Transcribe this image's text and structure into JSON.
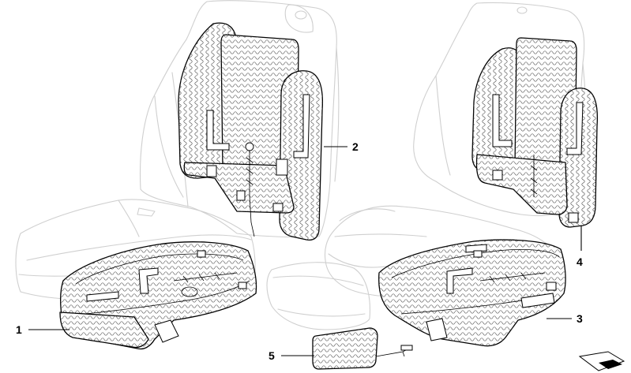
{
  "callouts": [
    {
      "id": "1",
      "label": "1"
    },
    {
      "id": "2",
      "label": "2"
    },
    {
      "id": "3",
      "label": "3"
    },
    {
      "id": "4",
      "label": "4"
    },
    {
      "id": "5",
      "label": "5"
    }
  ],
  "colors": {
    "ghost_outline": "#cfcfcf",
    "part_outline": "#000000",
    "background": "#ffffff"
  },
  "icons": {
    "corner": "arrow-marker-icon"
  }
}
